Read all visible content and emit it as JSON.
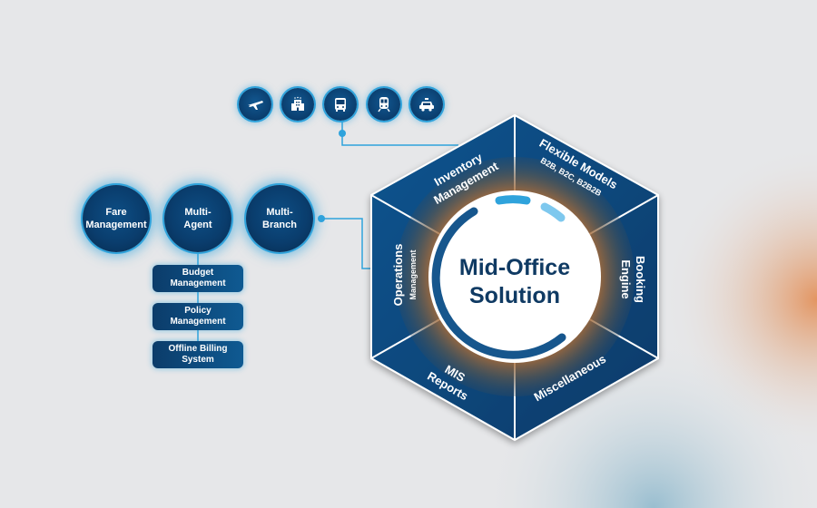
{
  "center": {
    "line1": "Mid-Office",
    "line2": "Solution"
  },
  "segments": {
    "inventory": {
      "line1": "Inventory",
      "line2": "Management"
    },
    "flexible": {
      "line1": "Flexible Models",
      "line2": "B2B, B2C, B2B2B"
    },
    "booking": {
      "line1": "Booking",
      "line2": "Engine"
    },
    "misc": {
      "line1": "Miscellaneous"
    },
    "mis": {
      "line1": "MIS",
      "line2": "Reports"
    },
    "operations": {
      "line1": "Operations",
      "line2": "Management"
    }
  },
  "modules": [
    {
      "line1": "Fare",
      "line2": "Management"
    },
    {
      "line1": "Multi-",
      "line2": "Agent"
    },
    {
      "line1": "Multi-",
      "line2": "Branch"
    }
  ],
  "agent_features": [
    {
      "line1": "Budget",
      "line2": "Management"
    },
    {
      "line1": "Policy",
      "line2": "Management"
    },
    {
      "line1": "Offline Billing",
      "line2": "System"
    }
  ],
  "inventory_icons": [
    "flight-icon",
    "hotel-icon",
    "bus-icon",
    "train-icon",
    "car-icon"
  ],
  "colors": {
    "background": "#e6e7e9",
    "hex_dark": "#0a3d6d",
    "hex_mid": "#114f86",
    "accent_blue": "#2fa3dc",
    "accent_orange": "#e8842c",
    "center_text": "#0f3a63"
  }
}
